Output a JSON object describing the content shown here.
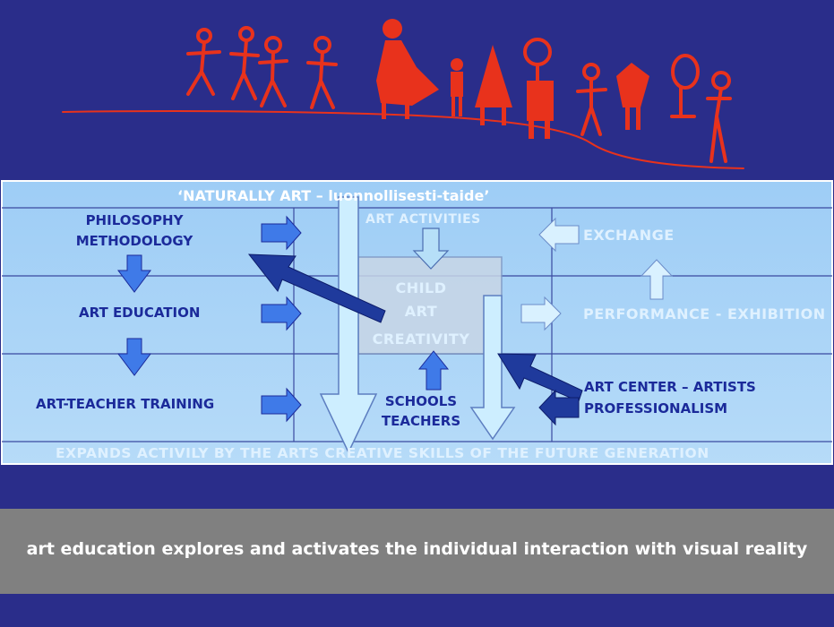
{
  "diagram": {
    "title": "‘NATURALLY ART – luonnollisesti-taide’",
    "left_column": {
      "philosophy": "PHILOSOPHY",
      "methodology": "METHODOLOGY",
      "art_education": "ART EDUCATION",
      "teacher_training": "ART-TEACHER TRAINING"
    },
    "center_column": {
      "art_activities": "ART ACTIVITIES",
      "child": "CHILD",
      "art": "ART",
      "creativity": "CREATIVITY",
      "schools": "SCHOOLS",
      "teachers": "TEACHERS"
    },
    "right_column": {
      "exchange": "EXCHANGE",
      "performance": "PERFORMANCE - EXHIBITION",
      "art_center": "ART CENTER – ARTISTS",
      "professionalism": "PROFESSIONALISM"
    },
    "footer": "EXPANDS ACTIVILY BY THE ARTS CREATIVE SKILLS OF THE FUTURE GENERATION"
  },
  "caption": "art education explores and activates the individual interaction with visual reality",
  "colors": {
    "background": "#2a2d8a",
    "panel": "#a9d3f7",
    "red_figures": "#e8321c",
    "dark_text": "#1b2a9a",
    "caption_band": "#808080"
  }
}
